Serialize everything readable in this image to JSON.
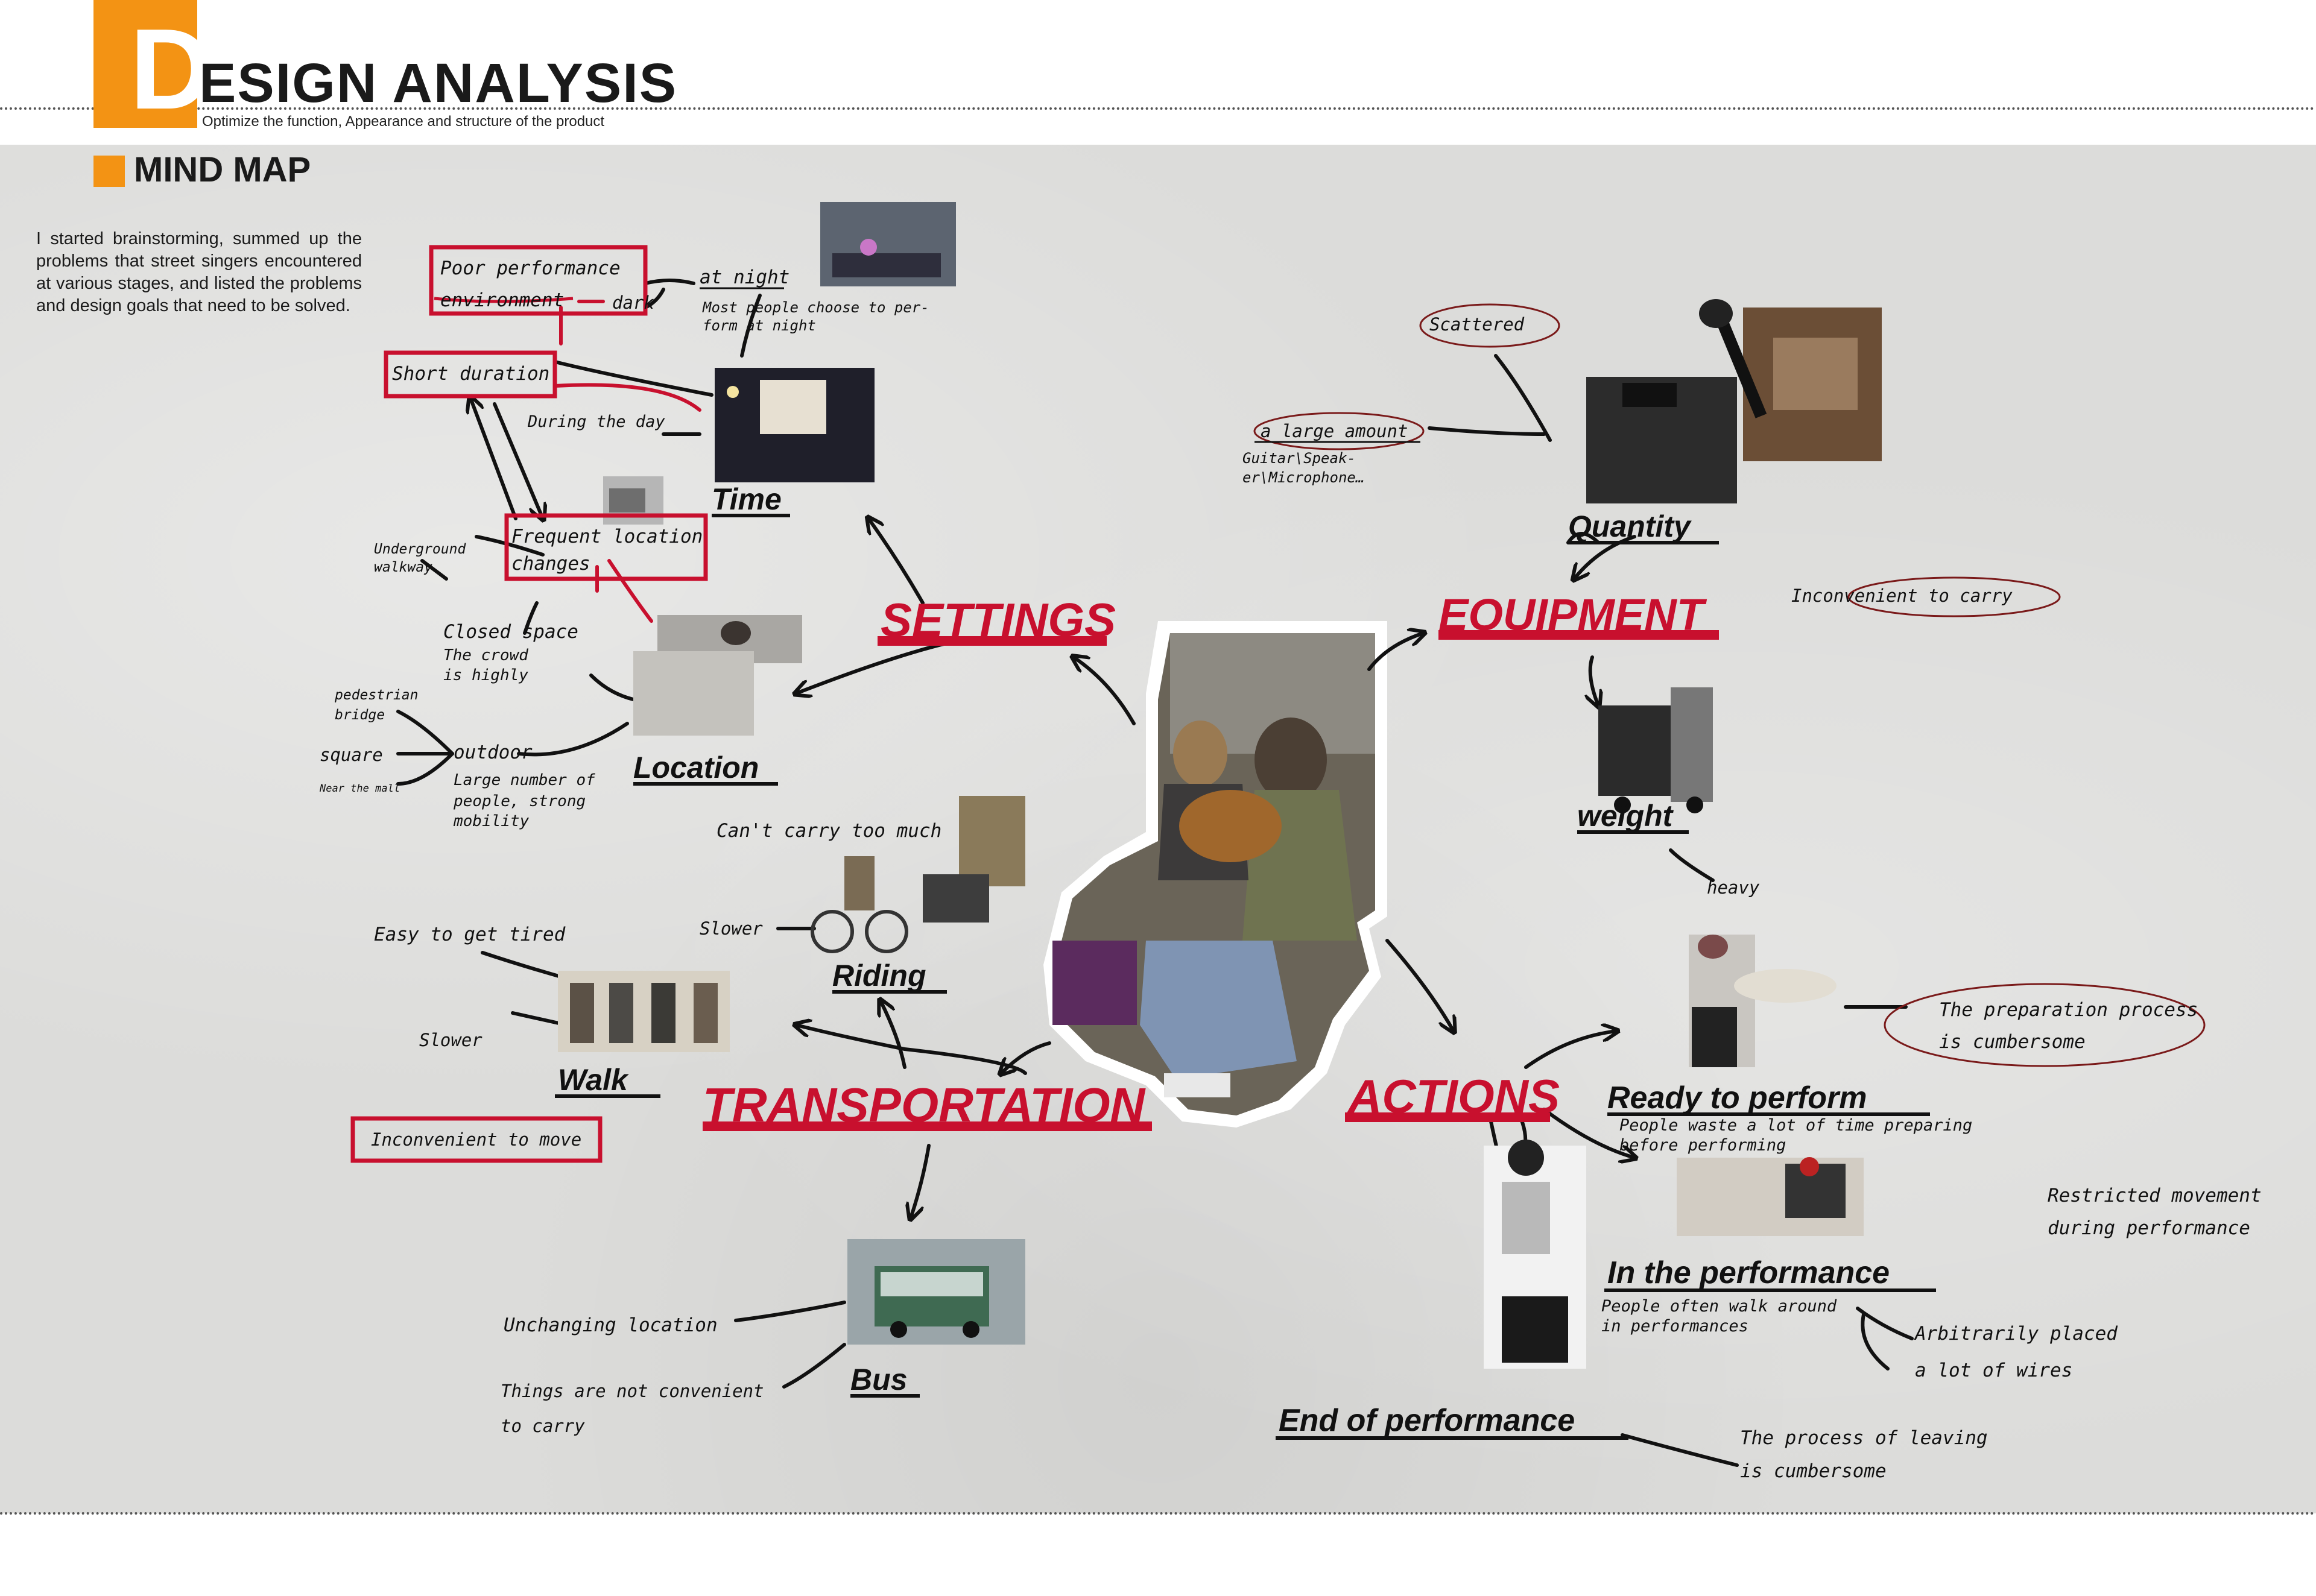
{
  "header": {
    "logo_letter": "D",
    "title": "ESIGN ANALYSIS",
    "subtitle": "Optimize the function, Appearance and structure of the product"
  },
  "section": {
    "title": "MIND MAP",
    "intro": "I started brainstorming, summed up the problems that street singers encountered at various stages, and listed the problems and design goals that need to be solved."
  },
  "colors": {
    "accent": "#f39314",
    "red": "#c8102e",
    "ink": "#111111",
    "background": "#dcdcda"
  },
  "branches": {
    "settings": "SETTINGS",
    "equipment": "EQUIPMENT",
    "transportation": "TRANSPORTATION",
    "actions": "ACTIONS"
  },
  "settings": {
    "time": "Time",
    "poor_line1": "Poor performance",
    "poor_line2": "environment",
    "dark": "dark",
    "at_night": "at night",
    "night_note_1": "Most people choose to per-",
    "night_note_2": "form at night",
    "short_duration": "Short duration",
    "during_day": "During the day",
    "frequent_1": "Frequent location",
    "frequent_2": "changes",
    "underground_1": "Underground",
    "underground_2": "walkway",
    "closed_space": "Closed space",
    "crowd_1": "The crowd",
    "crowd_2": "is highly",
    "pedestrian_1": "pedestrian",
    "pedestrian_2": "bridge",
    "square": "square",
    "near_mall": "Near the mall",
    "outdoor": "outdoor",
    "large_1": "Large number of",
    "large_2": "people, strong",
    "large_3": "mobility",
    "location": "Location"
  },
  "equipment": {
    "scattered": "Scattered",
    "large_amount": "a large amount",
    "guitar_1": "Guitar\\Speak-",
    "guitar_2": "er\\Microphone…",
    "quantity": "Quantity",
    "inconvenient_carry": "Inconvenient to carry",
    "weight": "weight",
    "heavy": "heavy"
  },
  "transportation": {
    "cant_carry": "Can't carry too much",
    "slower_riding": "Slower",
    "riding": "Riding",
    "easy_tired": "Easy to get tired",
    "slower_walk": "Slower",
    "walk": "Walk",
    "inconvenient_move": "Inconvenient to move",
    "unchanging": "Unchanging location",
    "things_1": "Things are not convenient",
    "things_2": "to carry",
    "bus": "Bus"
  },
  "actions": {
    "ready": "Ready to perform",
    "ready_note_1": "People waste a lot of time preparing",
    "ready_note_2": "before performing",
    "prep_1": "The preparation process",
    "prep_2": "is cumbersome",
    "restricted_1": "Restricted movement",
    "restricted_2": "during performance",
    "in_perf": "In the performance",
    "in_perf_note_1": "People often walk around",
    "in_perf_note_2": "in performances",
    "arbitrary_1": "Arbitrarily placed",
    "arbitrary_2": "a lot of wires",
    "end": "End of performance",
    "leaving_1": "The process of leaving",
    "leaving_2": "is cumbersome"
  }
}
